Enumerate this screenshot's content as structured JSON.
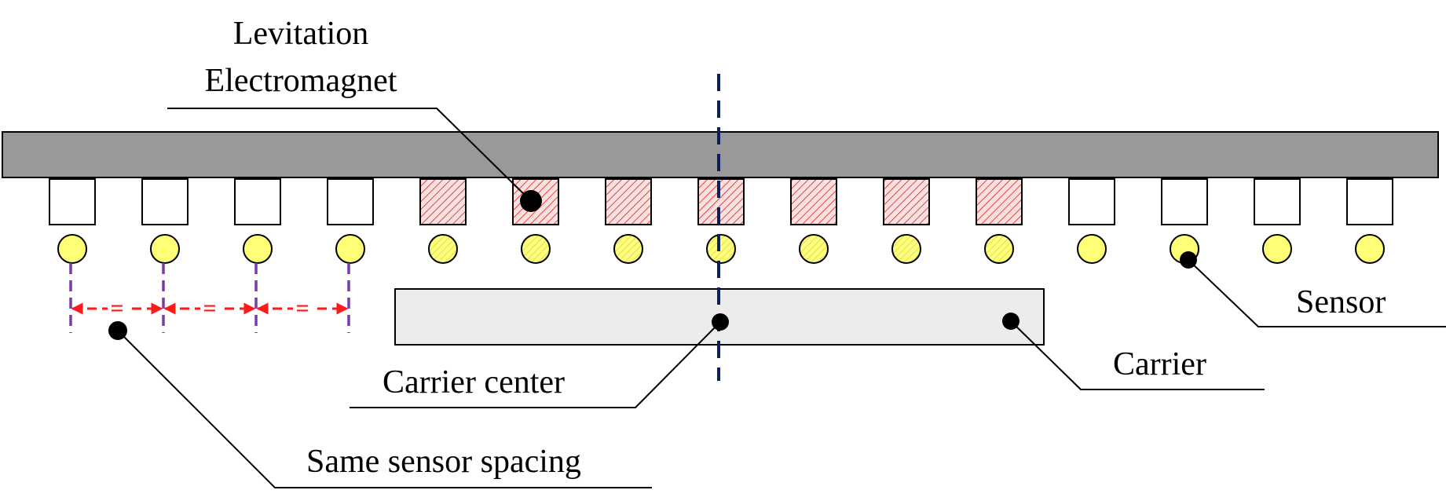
{
  "labels": {
    "electromagnet_line1": "Levitation",
    "electromagnet_line2": "Electromagnet",
    "sensor": "Sensor",
    "carrier": "Carrier",
    "carrier_center": "Carrier center",
    "spacing": "Same sensor spacing",
    "spacing_equals": "="
  },
  "modules": {
    "count": 15,
    "active_first": 4,
    "active_last": 10
  },
  "colors": {
    "track": "#999999",
    "sensor_fill": "#ffff77",
    "magnet_hatch": "#d62020",
    "magnet_fill": "#fbe0e0",
    "carrier_fill": "#ececec",
    "center_line": "#0a1f5c",
    "spacing_tick": "#7a3aa8",
    "spacing_arrow": "#ff1a1a"
  }
}
